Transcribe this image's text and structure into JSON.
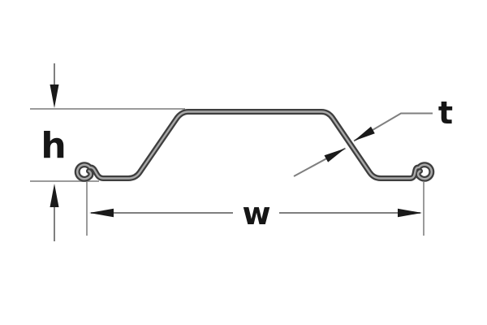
{
  "diagram": {
    "labels": {
      "height": "h",
      "width": "w",
      "thickness": "t"
    },
    "colors": {
      "background": "#ffffff",
      "profile_outline": "#3e3e3e",
      "profile_core": "#a9a9a9",
      "reference_line": "#9b9b9b",
      "dimension_line": "#7f7f7f",
      "arrowhead": "#1a1a1a",
      "label_text": "#161616"
    }
  }
}
